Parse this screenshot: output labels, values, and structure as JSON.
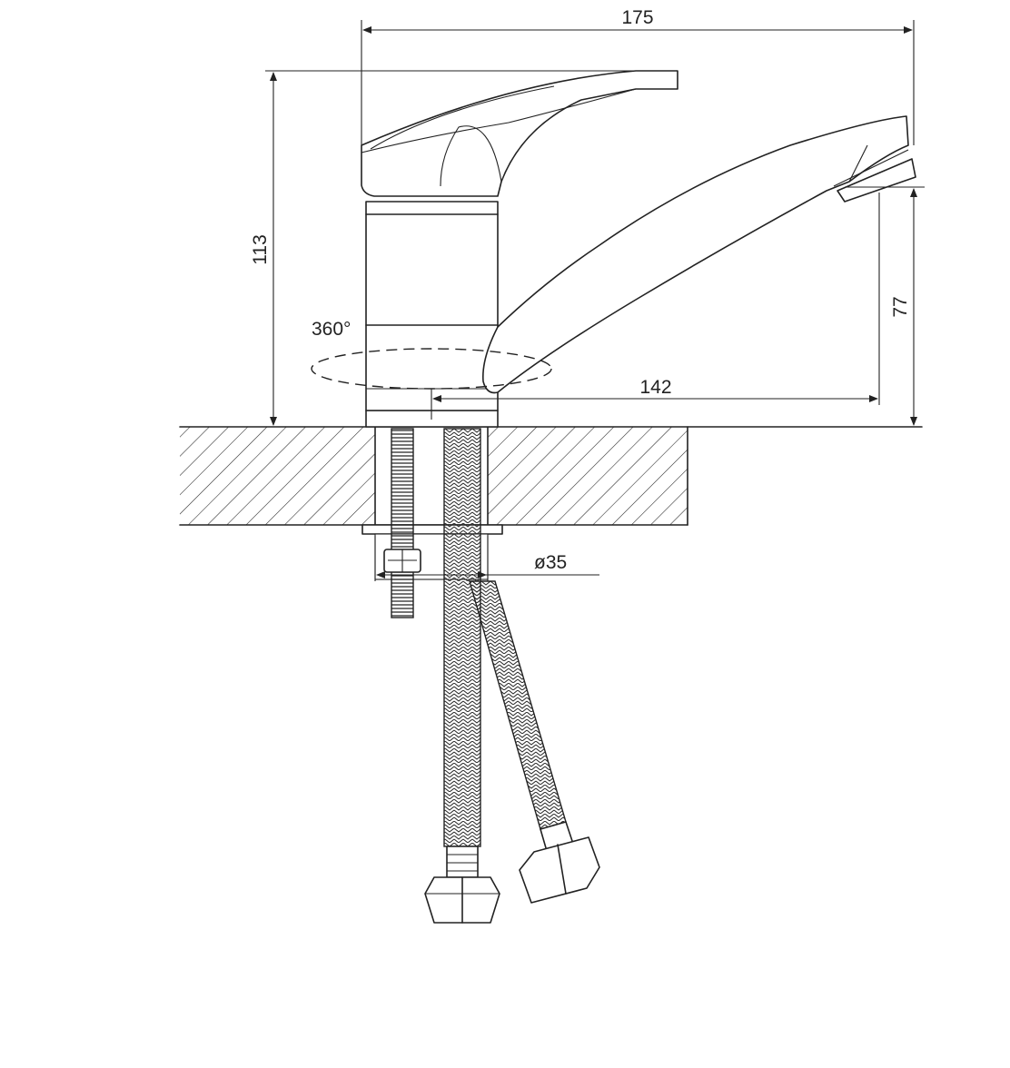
{
  "dimensions": {
    "overall_width": "175",
    "height": "113",
    "rotation": "360°",
    "spout_height": "77",
    "spout_reach": "142",
    "mount_hole_diameter": "ø35"
  },
  "colors": {
    "line": "#222222",
    "background": "#ffffff"
  }
}
